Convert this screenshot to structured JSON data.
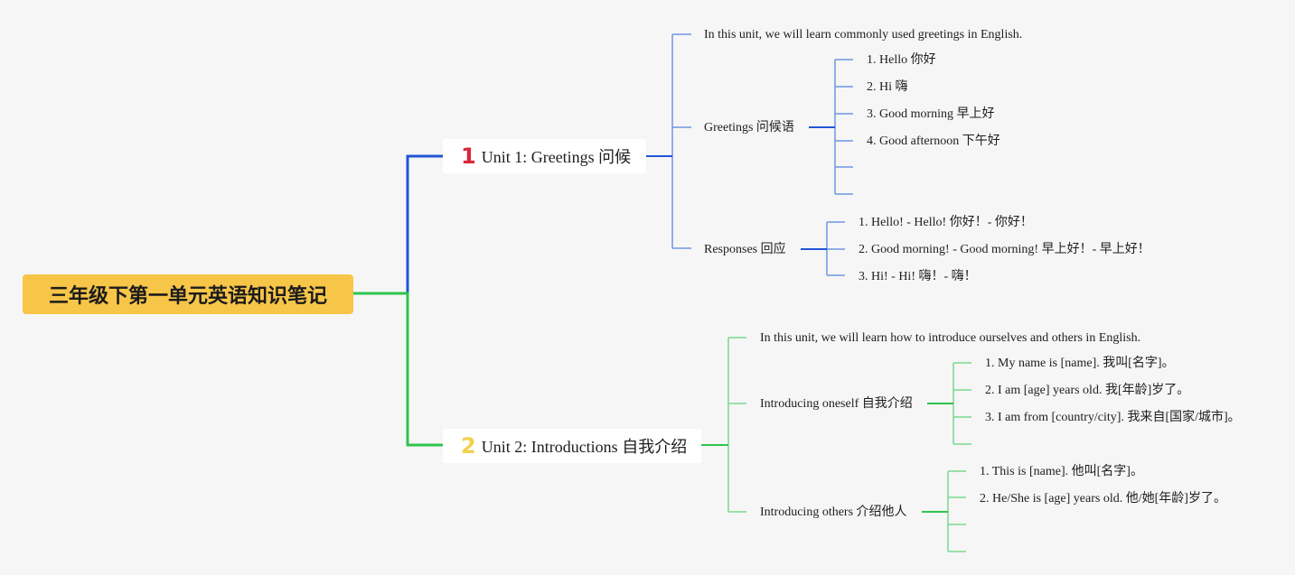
{
  "root": {
    "title": "三年级下第一单元英语知识笔记"
  },
  "unit1": {
    "number": "1",
    "title": "Unit 1: Greetings 问候",
    "intro": "In this unit, we will learn commonly used greetings in English.",
    "greetings": {
      "label": "Greetings 问候语",
      "items": [
        "1. Hello 你好",
        "2. Hi 嗨",
        "3. Good morning 早上好",
        "4. Good afternoon 下午好"
      ]
    },
    "responses": {
      "label": "Responses 回应",
      "items": [
        "1. Hello! - Hello! 你好！- 你好！",
        "2. Good morning! - Good morning! 早上好！- 早上好！",
        "3. Hi! - Hi! 嗨！- 嗨！"
      ]
    }
  },
  "unit2": {
    "number": "2",
    "title": "Unit 2: Introductions 自我介绍",
    "intro": "In this unit, we will learn how to introduce ourselves and others in English.",
    "oneself": {
      "label": "Introducing oneself 自我介绍",
      "items": [
        "1. My name is [name]. 我叫[名字]。",
        "2. I am [age] years old. 我[年龄]岁了。",
        "3. I am from [country/city]. 我来自[国家/城市]。"
      ]
    },
    "others": {
      "label": "Introducing others 介绍他人",
      "items": [
        "1. This is [name]. 他叫[名字]。",
        "2. He/She is [age] years old. 他/她[年龄]岁了。"
      ]
    }
  },
  "colors": {
    "unit1_branch": "#2255d6",
    "unit1_leaf": "#6e95e4",
    "unit2_branch": "#2ec44e",
    "unit2_leaf": "#7ad88f",
    "root_fill": "#f7c548"
  }
}
